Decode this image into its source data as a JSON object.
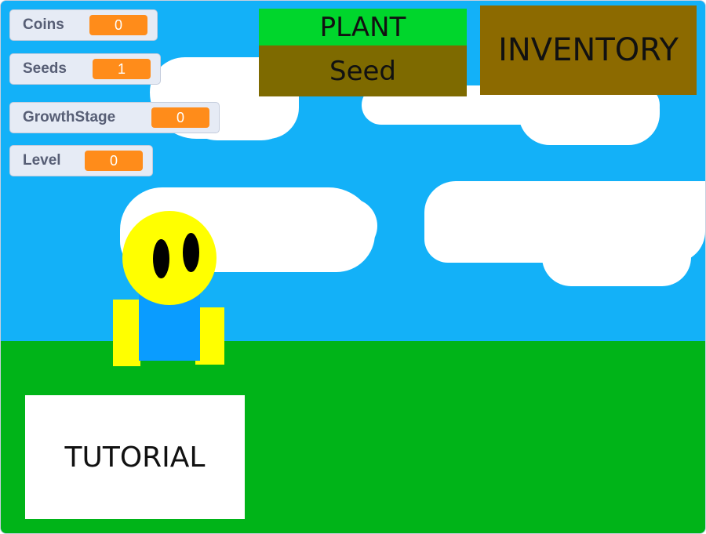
{
  "variables": [
    {
      "label": "Coins",
      "value": "0"
    },
    {
      "label": "Seeds",
      "value": "1"
    },
    {
      "label": "GrowthStage",
      "value": "0"
    },
    {
      "label": "Level",
      "value": "0"
    }
  ],
  "buttons": {
    "plant": "PLANT",
    "seed": "Seed",
    "inventory": "INVENTORY",
    "tutorial": "TUTORIAL"
  },
  "colors": {
    "sky": "#13b1f8",
    "grass": "#00b418",
    "plant_button": "#00d62c",
    "seed_button": "#7e6a00",
    "inventory_button": "#8c6a00",
    "monitor_value": "#ff8c1a",
    "character_head": "#ffff00",
    "character_body": "#0a9cff"
  }
}
